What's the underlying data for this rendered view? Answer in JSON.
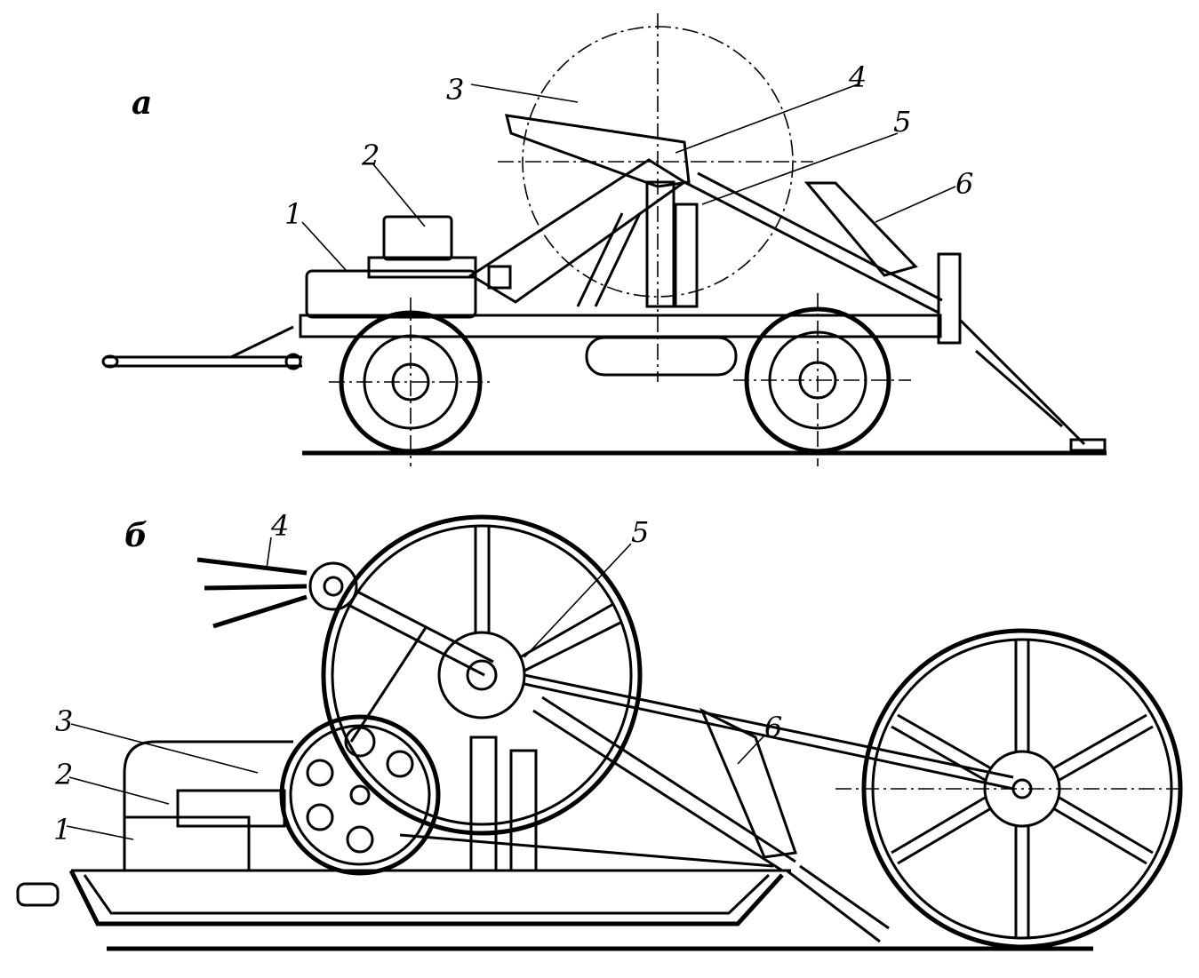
{
  "figure": {
    "panel_a": {
      "letter": "а",
      "callouts": [
        "1",
        "2",
        "3",
        "4",
        "5",
        "6"
      ]
    },
    "panel_b": {
      "letter": "б",
      "callouts": [
        "1",
        "2",
        "3",
        "4",
        "5",
        "6"
      ]
    }
  },
  "colors": {
    "ink": "#000000",
    "paper": "#ffffff"
  }
}
